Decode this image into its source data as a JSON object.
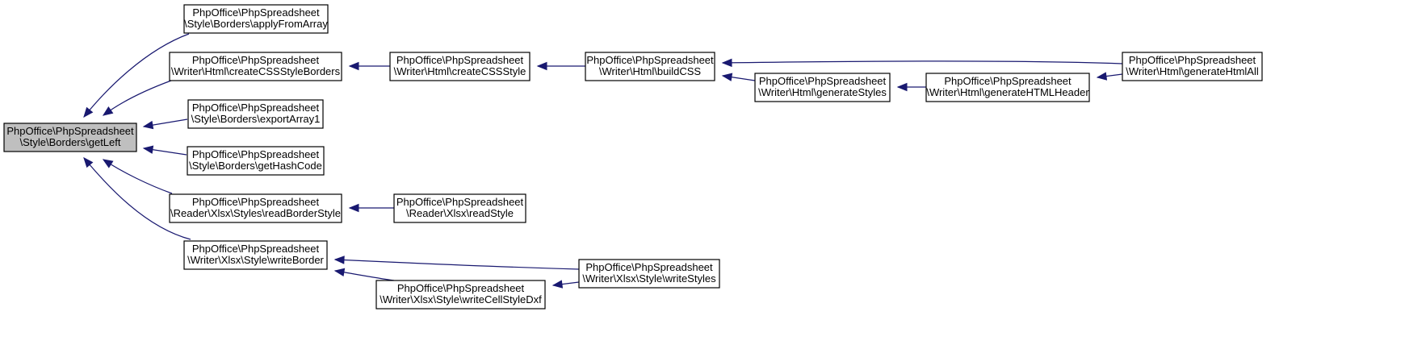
{
  "nodes": [
    {
      "id": "getLeft",
      "root": true,
      "lines": [
        "PhpOffice\\PhpSpreadsheet",
        "\\Style\\Borders\\getLeft"
      ]
    },
    {
      "id": "applyFromArray",
      "lines": [
        "PhpOffice\\PhpSpreadsheet",
        "\\Style\\Borders\\applyFromArray"
      ]
    },
    {
      "id": "createCSSStyleBorders",
      "lines": [
        "PhpOffice\\PhpSpreadsheet",
        "\\Writer\\Html\\createCSSStyleBorders"
      ]
    },
    {
      "id": "exportArray1",
      "lines": [
        "PhpOffice\\PhpSpreadsheet",
        "\\Style\\Borders\\exportArray1"
      ]
    },
    {
      "id": "getHashCode",
      "lines": [
        "PhpOffice\\PhpSpreadsheet",
        "\\Style\\Borders\\getHashCode"
      ]
    },
    {
      "id": "readBorderStyle",
      "lines": [
        "PhpOffice\\PhpSpreadsheet",
        "\\Reader\\Xlsx\\Styles\\readBorderStyle"
      ]
    },
    {
      "id": "writeBorder",
      "lines": [
        "PhpOffice\\PhpSpreadsheet",
        "\\Writer\\Xlsx\\Style\\writeBorder"
      ]
    },
    {
      "id": "createCSSStyle",
      "lines": [
        "PhpOffice\\PhpSpreadsheet",
        "\\Writer\\Html\\createCSSStyle"
      ]
    },
    {
      "id": "readStyle",
      "lines": [
        "PhpOffice\\PhpSpreadsheet",
        "\\Reader\\Xlsx\\readStyle"
      ]
    },
    {
      "id": "writeCellStyleDxf",
      "lines": [
        "PhpOffice\\PhpSpreadsheet",
        "\\Writer\\Xlsx\\Style\\writeCellStyleDxf"
      ]
    },
    {
      "id": "buildCSS",
      "lines": [
        "PhpOffice\\PhpSpreadsheet",
        "\\Writer\\Html\\buildCSS"
      ]
    },
    {
      "id": "writeStyles",
      "lines": [
        "PhpOffice\\PhpSpreadsheet",
        "\\Writer\\Xlsx\\Style\\writeStyles"
      ]
    },
    {
      "id": "generateStyles",
      "lines": [
        "PhpOffice\\PhpSpreadsheet",
        "\\Writer\\Html\\generateStyles"
      ]
    },
    {
      "id": "generateHTMLHeader",
      "lines": [
        "PhpOffice\\PhpSpreadsheet",
        "\\Writer\\Html\\generateHTMLHeader"
      ]
    },
    {
      "id": "generateHtmlAll",
      "lines": [
        "PhpOffice\\PhpSpreadsheet",
        "\\Writer\\Html\\generateHtmlAll"
      ]
    }
  ],
  "edges": [
    {
      "from": "applyFromArray",
      "to": "getLeft"
    },
    {
      "from": "createCSSStyleBorders",
      "to": "getLeft"
    },
    {
      "from": "exportArray1",
      "to": "getLeft"
    },
    {
      "from": "getHashCode",
      "to": "getLeft"
    },
    {
      "from": "readBorderStyle",
      "to": "getLeft"
    },
    {
      "from": "writeBorder",
      "to": "getLeft"
    },
    {
      "from": "createCSSStyle",
      "to": "createCSSStyleBorders"
    },
    {
      "from": "buildCSS",
      "to": "createCSSStyle"
    },
    {
      "from": "generateHtmlAll",
      "to": "buildCSS"
    },
    {
      "from": "generateStyles",
      "to": "buildCSS"
    },
    {
      "from": "generateHTMLHeader",
      "to": "generateStyles"
    },
    {
      "from": "generateHtmlAll",
      "to": "generateHTMLHeader"
    },
    {
      "from": "readStyle",
      "to": "readBorderStyle"
    },
    {
      "from": "writeStyles",
      "to": "writeBorder"
    },
    {
      "from": "writeCellStyleDxf",
      "to": "writeBorder"
    },
    {
      "from": "writeStyles",
      "to": "writeCellStyleDxf"
    }
  ],
  "colors": {
    "edge": "#191970",
    "root_fill": "#bfbfbf",
    "node_fill": "#ffffff",
    "border": "#000000"
  }
}
